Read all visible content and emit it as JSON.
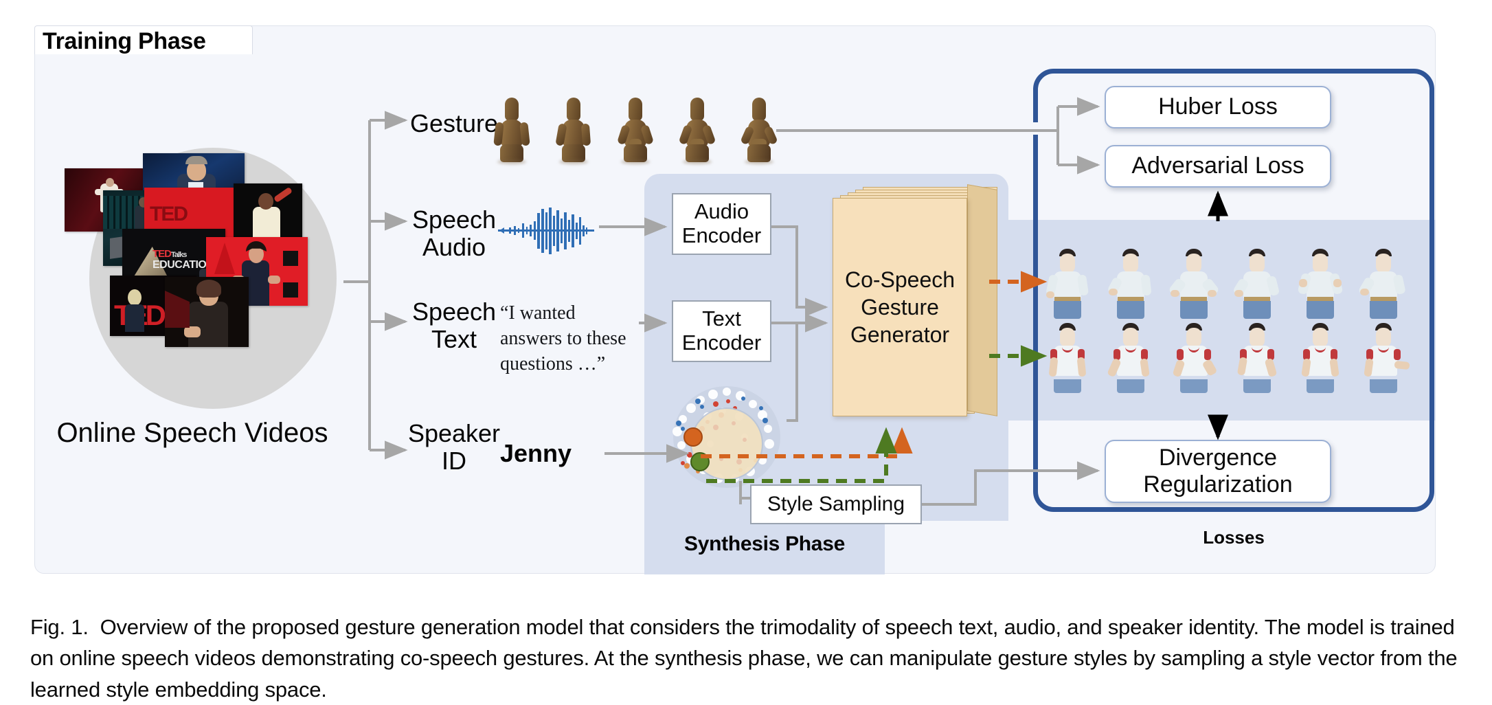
{
  "figure": {
    "training_phase_label": "Training Phase",
    "synthesis_phase_label": "Synthesis Phase",
    "losses_group_label": "Losses",
    "source_label": "Online Speech Videos",
    "modalities": [
      {
        "name": "gesture",
        "label": "Gesture"
      },
      {
        "name": "speech-audio",
        "label": "Speech\nAudio"
      },
      {
        "name": "speech-text",
        "label": "Speech\nText"
      },
      {
        "name": "speaker-id",
        "label": "Speaker\nID"
      }
    ],
    "speech_text_sample": "“I wanted answers to these questions …”",
    "speaker_name": "Jenny",
    "encoders": [
      {
        "name": "audio-encoder",
        "label": "Audio\nEncoder"
      },
      {
        "name": "text-encoder",
        "label": "Text\nEncoder"
      }
    ],
    "generator_label": "Co-Speech\nGesture\nGenerator",
    "style_sampling_label": "Style Sampling",
    "losses": [
      {
        "name": "huber-loss",
        "label": "Huber Loss"
      },
      {
        "name": "adversarial-loss",
        "label": "Adversarial Loss"
      },
      {
        "name": "divergence-regularization",
        "label": "Divergence\nRegularization"
      }
    ],
    "counts": {
      "gesture_mannequins": 5,
      "avatar_rows": 2,
      "avatars_per_row": 6,
      "generator_stack_sheets": 5,
      "collage_thumbnails": 9
    },
    "style_points": [
      {
        "name": "style-point-orange",
        "color": "#d4641f"
      },
      {
        "name": "style-point-green",
        "color": "#4e7a21"
      }
    ]
  },
  "colors": {
    "panel_background": "#f4f6fb",
    "synthesis_background": "#d5ddee",
    "losses_border": "#2f5597",
    "generator_fill": "#f7e0bb",
    "generator_stroke": "#c8a86e",
    "wire": "#a6a6a6",
    "waveform": "#2f6eb5",
    "style_orange": "#d4641f",
    "style_green": "#4e7a21",
    "circle_background": "#d6d6d6"
  },
  "caption": {
    "label": "Fig. 1.",
    "text": "Overview of the proposed gesture generation model that considers the trimodality of speech text, audio, and speaker identity. The model is trained on online speech videos demonstrating co-speech gestures. At the synthesis phase, we can manipulate gesture styles by sampling a style vector from the learned style embedding space."
  }
}
